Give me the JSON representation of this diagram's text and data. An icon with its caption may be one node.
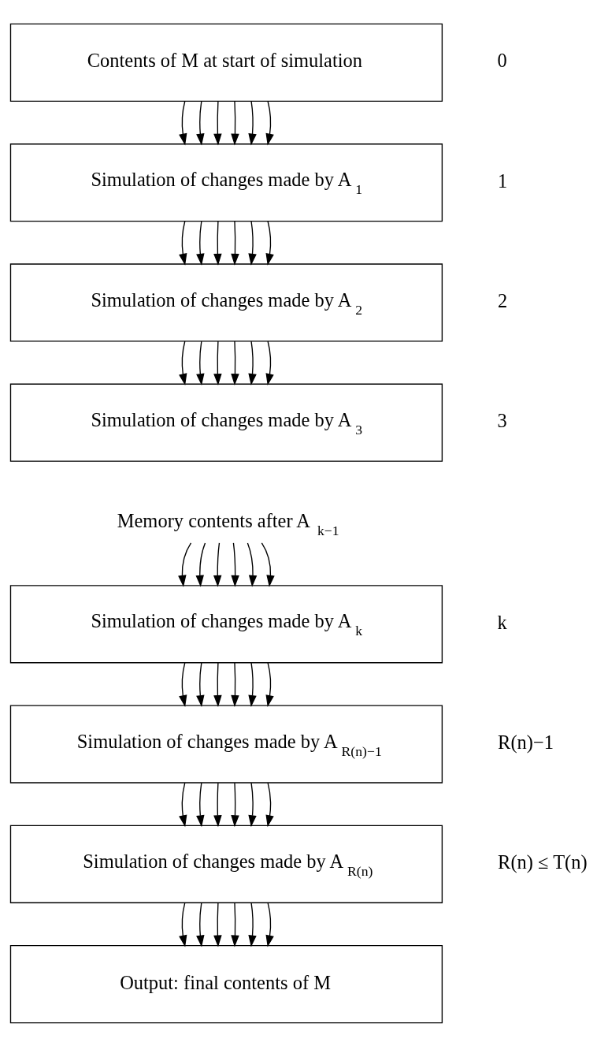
{
  "diagram": {
    "nodes": [
      {
        "text": [
          "Contents of M at start of simulation"
        ],
        "beside": [
          "0"
        ]
      },
      {
        "text": [
          "Simulation of changes made by A$_{1}$"
        ],
        "beside": [
          "1"
        ]
      },
      {
        "text": [
          "Simulation of changes made by A$_{2}$"
        ],
        "beside": [
          "2"
        ]
      },
      {
        "text": [
          "Simulation of changes made by A$_{3}$"
        ],
        "beside": [
          "3"
        ]
      },
      {
        "text": [
          "Memory contents after A $_{k−1}$"
        ]
      },
      {
        "text": [
          "Simulation of changes made by A$_{k}$"
        ],
        "beside": [
          "k"
        ]
      },
      {
        "text": [
          "Simulation of changes made by A$_{R(n)−1}$"
        ],
        "beside": [
          "R(n)−1"
        ]
      },
      {
        "text": [
          "Simulation of changes made by A$_{R(n)}$"
        ],
        "beside": [
          "R(n) ≤ T(n)"
        ]
      },
      {
        "text": [
          "Output: final contents of M"
        ]
      }
    ],
    "edges": [
      {
        "from": 0,
        "to": 1,
        "arrow": "to"
      },
      {
        "from": 0,
        "to": 1,
        "arrow": "to"
      },
      {
        "from": 0,
        "to": 1,
        "arrow": "to"
      },
      {
        "from": 0,
        "to": 1,
        "arrow": "to"
      },
      {
        "from": 0,
        "to": 1,
        "arrow": "to"
      },
      {
        "from": 0,
        "to": 1,
        "arrow": "to"
      },
      {
        "from": 1,
        "to": 2,
        "arrow": "to"
      },
      {
        "from": 1,
        "to": 2,
        "arrow": "to"
      },
      {
        "from": 1,
        "to": 2,
        "arrow": "to"
      },
      {
        "from": 1,
        "to": 2,
        "arrow": "to"
      },
      {
        "from": 1,
        "to": 2,
        "arrow": "to"
      },
      {
        "from": 1,
        "to": 2,
        "arrow": "to"
      },
      {
        "from": 2,
        "to": 3,
        "arrow": "to"
      },
      {
        "from": 2,
        "to": 3,
        "arrow": "to"
      },
      {
        "from": 2,
        "to": 3,
        "arrow": "to"
      },
      {
        "from": 2,
        "to": 3,
        "arrow": "to"
      },
      {
        "from": 2,
        "to": 3,
        "arrow": "to"
      },
      {
        "from": 2,
        "to": 3,
        "arrow": "to"
      },
      {
        "from": 4,
        "to": 5,
        "arrow": "to"
      },
      {
        "from": 4,
        "to": 5,
        "arrow": "to"
      },
      {
        "from": 4,
        "to": 5,
        "arrow": "to"
      },
      {
        "from": 4,
        "to": 5,
        "arrow": "to"
      },
      {
        "from": 4,
        "to": 5,
        "arrow": "to"
      },
      {
        "from": 4,
        "to": 5,
        "arrow": "to"
      },
      {
        "from": 5,
        "to": 6,
        "arrow": "to"
      },
      {
        "from": 5,
        "to": 6,
        "arrow": "to"
      },
      {
        "from": 5,
        "to": 6,
        "arrow": "to"
      },
      {
        "from": 5,
        "to": 6,
        "arrow": "to"
      },
      {
        "from": 5,
        "to": 6,
        "arrow": "to"
      },
      {
        "from": 5,
        "to": 6,
        "arrow": "to"
      },
      {
        "from": 6,
        "to": 7,
        "arrow": "to"
      },
      {
        "from": 6,
        "to": 7,
        "arrow": "to"
      },
      {
        "from": 6,
        "to": 7,
        "arrow": "to"
      },
      {
        "from": 6,
        "to": 7,
        "arrow": "to"
      },
      {
        "from": 6,
        "to": 7,
        "arrow": "to"
      },
      {
        "from": 6,
        "to": 7,
        "arrow": "to"
      },
      {
        "from": 7,
        "to": 8,
        "arrow": "to"
      },
      {
        "from": 7,
        "to": 8,
        "arrow": "to"
      },
      {
        "from": 7,
        "to": 8,
        "arrow": "to"
      },
      {
        "from": 7,
        "to": 8,
        "arrow": "to"
      },
      {
        "from": 7,
        "to": 8,
        "arrow": "to"
      },
      {
        "from": 7,
        "to": 8,
        "arrow": "to"
      }
    ]
  }
}
